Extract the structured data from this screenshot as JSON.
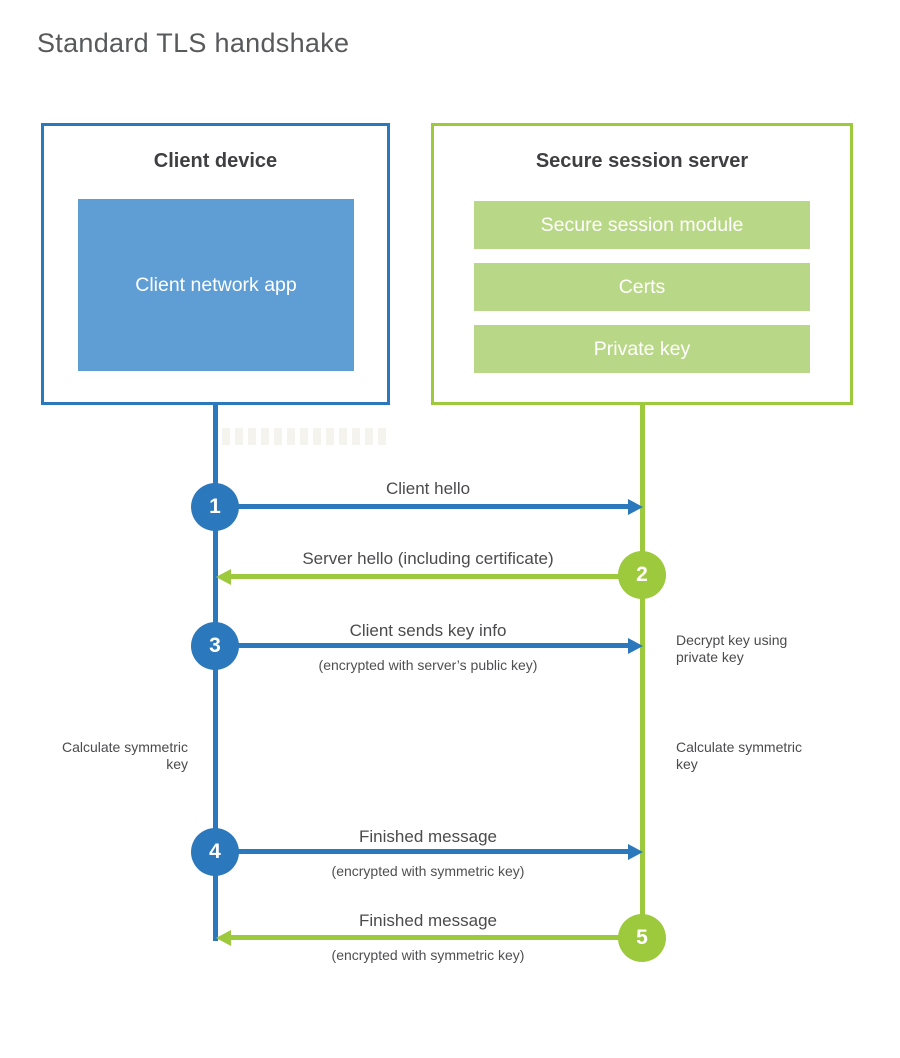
{
  "title": "Standard TLS handshake",
  "client": {
    "heading": "Client device",
    "app_label": "Client network app"
  },
  "server": {
    "heading": "Secure session server",
    "modules": [
      "Secure session module",
      "Certs",
      "Private key"
    ]
  },
  "steps": [
    {
      "number": "1",
      "label": "Client hello",
      "sublabel": "",
      "direction": "client-to-server"
    },
    {
      "number": "2",
      "label": "Server hello (including certificate)",
      "sublabel": "",
      "direction": "server-to-client"
    },
    {
      "number": "3",
      "label": "Client sends key info",
      "sublabel": "(encrypted with server’s public key)",
      "direction": "client-to-server"
    },
    {
      "number": "4",
      "label": "Finished message",
      "sublabel": "(encrypted with symmetric key)",
      "direction": "client-to-server"
    },
    {
      "number": "5",
      "label": "Finished message",
      "sublabel": "(encrypted with symmetric key)",
      "direction": "server-to-client"
    }
  ],
  "notes": {
    "decrypt": "Decrypt key using private key",
    "calculate_left": "Calculate symmetric key",
    "calculate_right": "Calculate symmetric key"
  },
  "colors": {
    "blue": "#2b78bc",
    "blue_fill": "#5f9dd5",
    "green": "#9dc93d",
    "green_fill": "#b9d887",
    "title_text": "#58595b",
    "heading_text": "#3f3f42",
    "label_text": "#4b4b4e"
  }
}
